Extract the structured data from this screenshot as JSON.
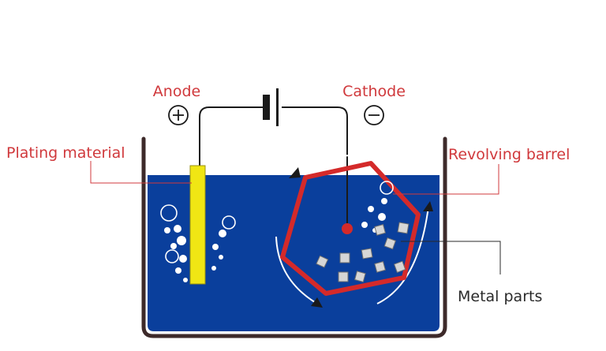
{
  "labels": {
    "anode": "Anode",
    "cathode": "Cathode",
    "plating_material": "Plating material",
    "revolving_barrel": "Revolving barrel",
    "metal_parts": "Metal parts"
  },
  "symbols": {
    "plus": "+",
    "minus": "−"
  },
  "colors": {
    "electrolyte": "#0a3f9c",
    "tank_wall": "#3d2a2a",
    "anode_plate": "#f0e614",
    "barrel": "#d42a2a",
    "label_red": "#d0393c",
    "label_dark": "#2a2a2a",
    "wire": "#1a1a1a"
  },
  "icons": [
    "battery-icon",
    "plus-terminal-icon",
    "minus-terminal-icon",
    "rotation-arrow-icon",
    "bubble-icon"
  ]
}
